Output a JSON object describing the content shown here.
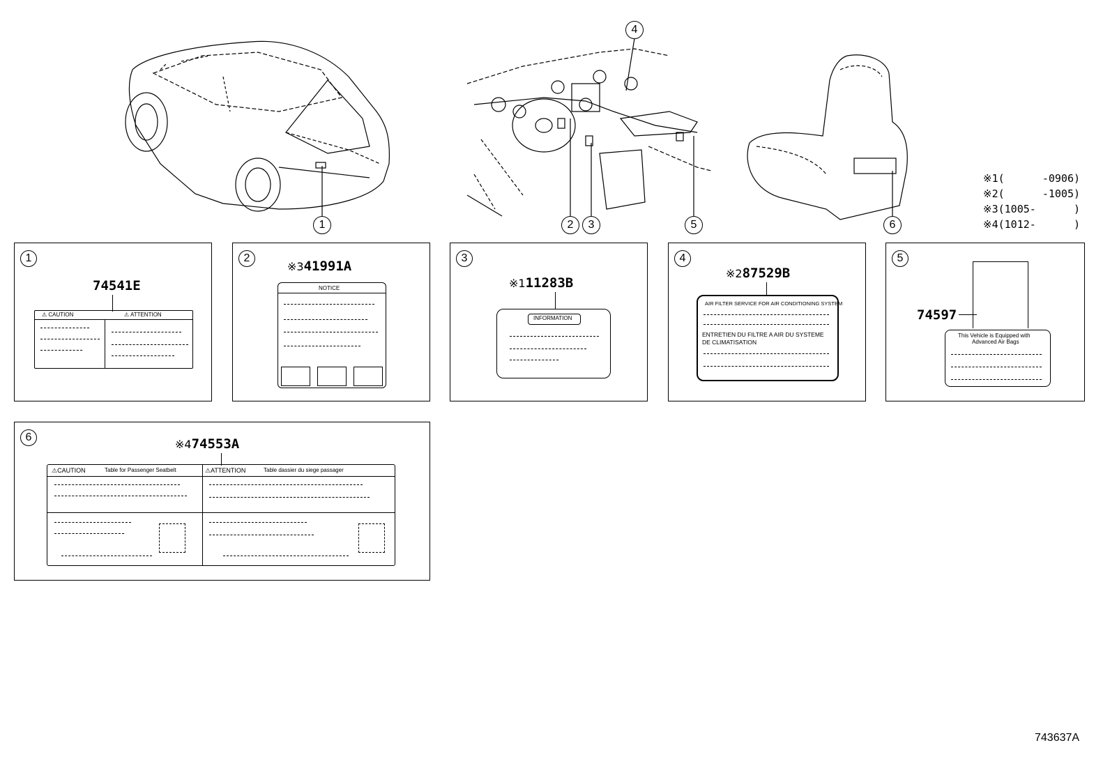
{
  "legend": [
    {
      "mark": "※1",
      "range": "(      -0906)"
    },
    {
      "mark": "※2",
      "range": "(      -1005)"
    },
    {
      "mark": "※3",
      "range": "(1005-      )"
    },
    {
      "mark": "※4",
      "range": "(1012-      )"
    }
  ],
  "callouts": [
    "1",
    "2",
    "3",
    "4",
    "5",
    "6"
  ],
  "panels": [
    {
      "num": "1",
      "mark": "",
      "part": "74541E",
      "texts": [
        "CAUTION",
        "ATTENTION"
      ]
    },
    {
      "num": "2",
      "mark": "※3",
      "part": "41991A",
      "texts": [
        "NOTICE"
      ]
    },
    {
      "num": "3",
      "mark": "※1",
      "part": "11283B",
      "texts": [
        "INFORMATION"
      ]
    },
    {
      "num": "4",
      "mark": "※2",
      "part": "87529B",
      "texts": [
        "AIR FILTER SERVICE FOR AIR CONDITIONING SYSTEM",
        "ENTRETIEN DU FILTRE A AIR DU SYSTEME",
        "DE CLIMATISATION"
      ]
    },
    {
      "num": "5",
      "mark": "",
      "part": "74597",
      "texts": [
        "This Vehicle is Equipped with",
        "Advanced Air Bags"
      ]
    },
    {
      "num": "6",
      "mark": "※4",
      "part": "74553A",
      "texts": [
        "CAUTION",
        "Table for Passenger Seatbelt",
        "ATTENTION",
        "Table dassier du siege passager"
      ]
    }
  ],
  "diagram_id": "743637A"
}
